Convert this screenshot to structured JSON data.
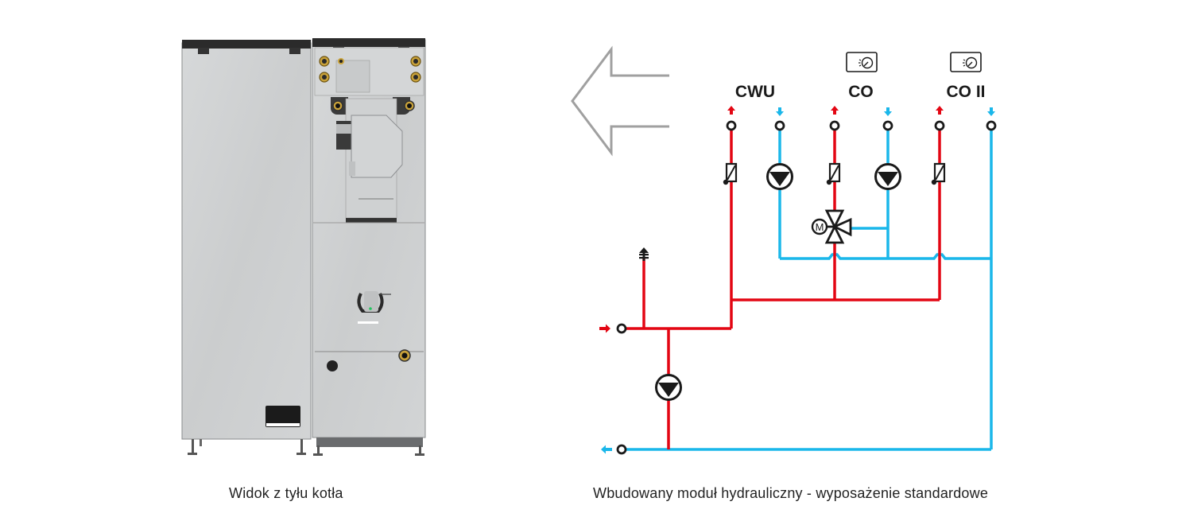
{
  "captions": {
    "left": "Widok z tyłu kotła",
    "right": "Wbudowany moduł hydrauliczny - wyposażenie standardowe"
  },
  "diagram": {
    "circuits": [
      {
        "label": "CWU",
        "thermostat": false,
        "supply_icon": "sensor-icon",
        "return_icon": "pump-icon"
      },
      {
        "label": "CO",
        "thermostat": true,
        "supply_icon": "sensor-icon",
        "return_icon": "pump-icon",
        "mixing_valve": "M"
      },
      {
        "label": "CO II",
        "thermostat": true,
        "supply_icon": "sensor-icon",
        "return_icon": "none"
      }
    ],
    "mixing_valve_label": "M",
    "direction_arrow": "arrow-left-outline-icon",
    "colors": {
      "supply": "#e30613",
      "return": "#1ab7ea",
      "symbol": "#1a1a1a",
      "arrow_outline": "#a0a0a0"
    }
  },
  "boiler_image": {
    "description": "boiler-rear-view",
    "colors": {
      "panel": "#d0d2d3",
      "top_cap": "#2b2b2b",
      "brass": "#c9a23a"
    }
  }
}
